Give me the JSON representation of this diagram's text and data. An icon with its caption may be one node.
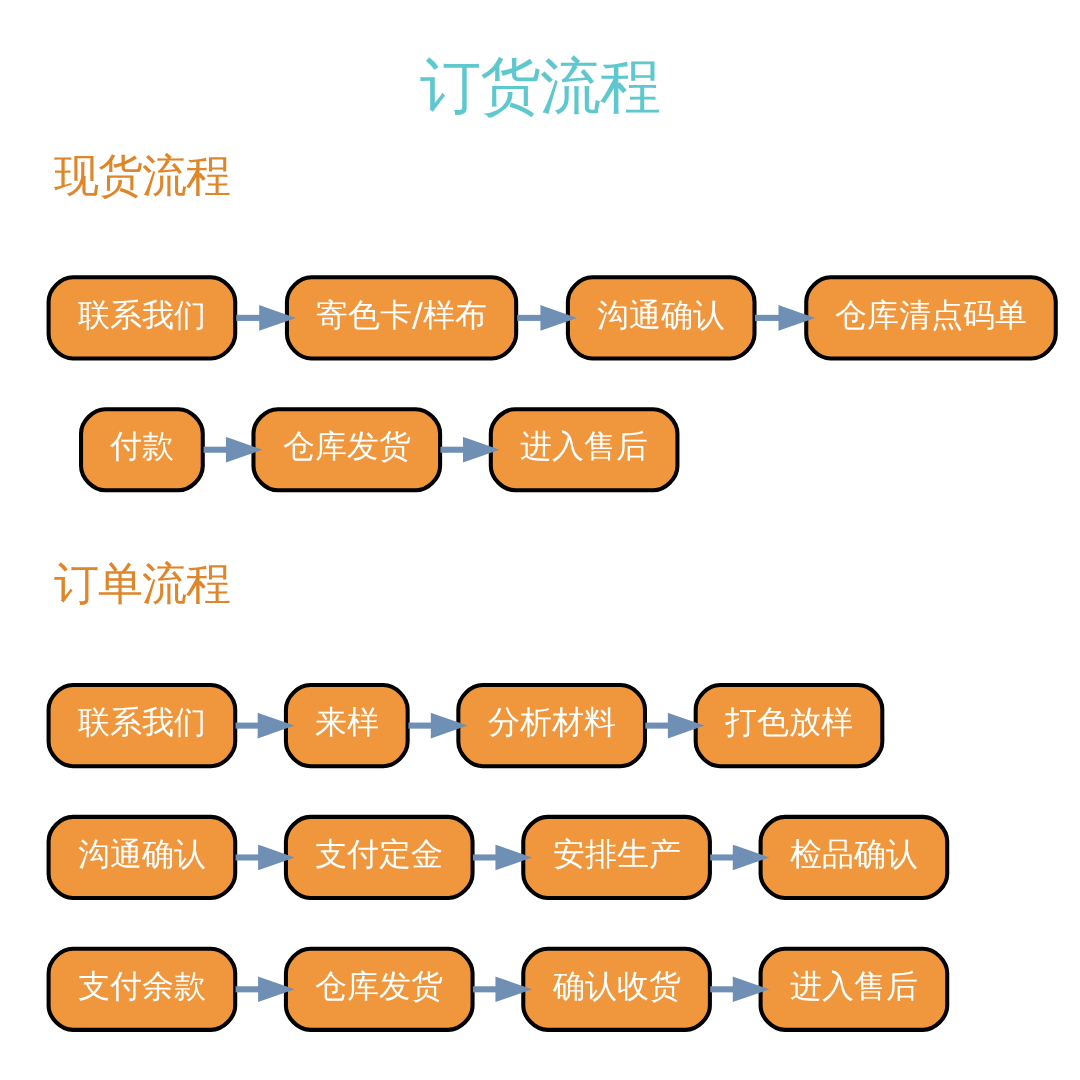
{
  "diagram": {
    "title": "订货流程",
    "nodes": [
      {
        "text": [
          "联系我们"
        ]
      },
      {
        "text": [
          "寄色卡/样布"
        ]
      },
      {
        "text": [
          "沟通确认"
        ]
      },
      {
        "text": [
          "仓库清点码单"
        ]
      },
      {
        "text": [
          "付款"
        ]
      },
      {
        "text": [
          "仓库发货"
        ]
      },
      {
        "text": [
          "进入售后"
        ]
      },
      {
        "text": [
          "联系我们"
        ]
      },
      {
        "text": [
          "来样"
        ]
      },
      {
        "text": [
          "分析材料"
        ]
      },
      {
        "text": [
          "打色放样"
        ]
      },
      {
        "text": [
          "沟通确认"
        ]
      },
      {
        "text": [
          "支付定金"
        ]
      },
      {
        "text": [
          "安排生产"
        ]
      },
      {
        "text": [
          "检品确认"
        ]
      },
      {
        "text": [
          "支付余款"
        ]
      },
      {
        "text": [
          "仓库发货"
        ]
      },
      {
        "text": [
          "确认收货"
        ]
      },
      {
        "text": [
          "进入售后"
        ]
      }
    ],
    "edges": [
      {
        "from": 0,
        "to": 1,
        "arrow": "to"
      },
      {
        "from": 1,
        "to": 2,
        "arrow": "to"
      },
      {
        "from": 2,
        "to": 3,
        "arrow": "to"
      },
      {
        "from": 4,
        "to": 5,
        "arrow": "to"
      },
      {
        "from": 5,
        "to": 6,
        "arrow": "to"
      },
      {
        "from": 7,
        "to": 8,
        "arrow": "to"
      },
      {
        "from": 8,
        "to": 9,
        "arrow": "to"
      },
      {
        "from": 9,
        "to": 10,
        "arrow": "to"
      },
      {
        "from": 11,
        "to": 12,
        "arrow": "to"
      },
      {
        "from": 12,
        "to": 13,
        "arrow": "to"
      },
      {
        "from": 13,
        "to": 14,
        "arrow": "to"
      },
      {
        "from": 15,
        "to": 16,
        "arrow": "to"
      },
      {
        "from": 16,
        "to": 17,
        "arrow": "to"
      },
      {
        "from": 17,
        "to": 18,
        "arrow": "to"
      }
    ],
    "labels": [
      "现货流程",
      "订单流程"
    ]
  }
}
